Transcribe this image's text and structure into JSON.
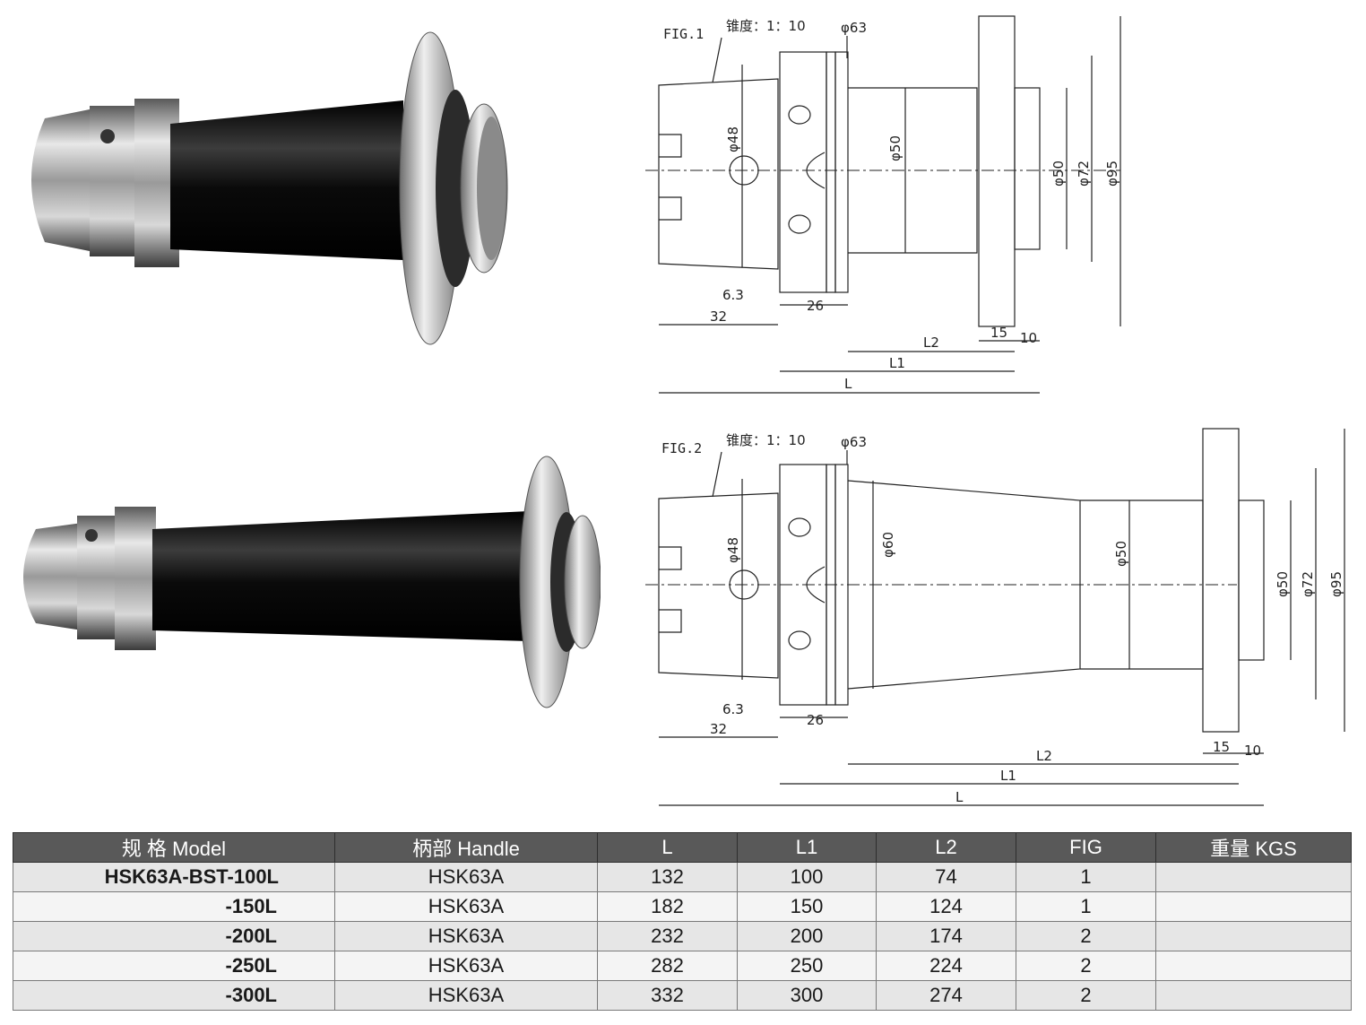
{
  "figures": [
    {
      "label": "FIG.1",
      "taper": "锥度：1：10",
      "dims": {
        "d63": "φ63",
        "d48": "φ48",
        "d50_body": "φ50",
        "d50": "φ50",
        "d72": "φ72",
        "d95": "φ95",
        "v63": "6.3",
        "v32": "32",
        "v26": "26",
        "v15": "15",
        "v10": "10",
        "L2": "L2",
        "L1": "L1",
        "L": "L"
      }
    },
    {
      "label": "FIG.2",
      "taper": "锥度：1：10",
      "dims": {
        "d63": "φ63",
        "d48": "φ48",
        "d60": "φ60",
        "d50_body": "φ50",
        "d50": "φ50",
        "d72": "φ72",
        "d95": "φ95",
        "v63": "6.3",
        "v32": "32",
        "v26": "26",
        "v15": "15",
        "v10": "10",
        "L2": "L2",
        "L1": "L1",
        "L": "L"
      }
    }
  ],
  "table": {
    "headers": [
      "规 格 Model",
      "柄部 Handle",
      "L",
      "L1",
      "L2",
      "FIG",
      "重量 KGS"
    ],
    "rows": [
      {
        "model": "HSK63A-BST-100L",
        "handle": "HSK63A",
        "L": "132",
        "L1": "100",
        "L2": "74",
        "fig": "1",
        "kgs": ""
      },
      {
        "model": "-150L",
        "handle": "HSK63A",
        "L": "182",
        "L1": "150",
        "L2": "124",
        "fig": "1",
        "kgs": ""
      },
      {
        "model": "-200L",
        "handle": "HSK63A",
        "L": "232",
        "L1": "200",
        "L2": "174",
        "fig": "2",
        "kgs": ""
      },
      {
        "model": "-250L",
        "handle": "HSK63A",
        "L": "282",
        "L1": "250",
        "L2": "224",
        "fig": "2",
        "kgs": ""
      },
      {
        "model": "-300L",
        "handle": "HSK63A",
        "L": "332",
        "L1": "300",
        "L2": "274",
        "fig": "2",
        "kgs": ""
      }
    ]
  }
}
